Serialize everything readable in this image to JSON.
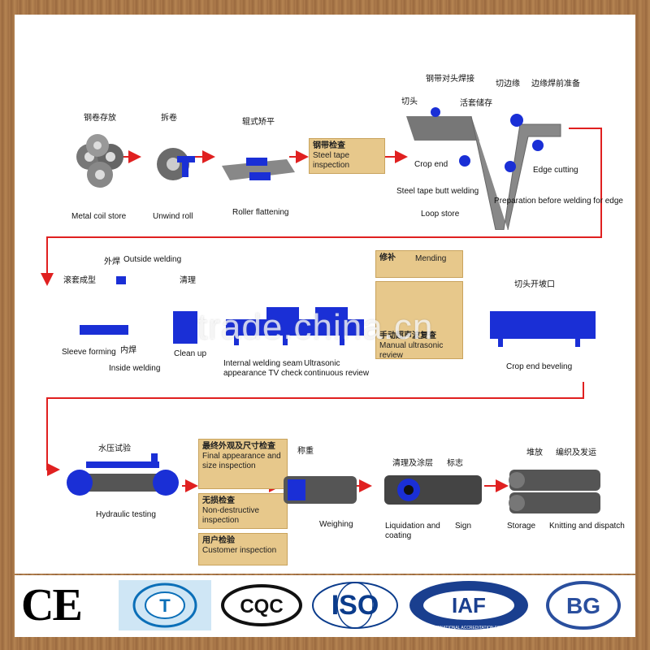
{
  "steps": {
    "metal_coil": {
      "zh": "钢卷存放",
      "en": "Metal coil store"
    },
    "unwind": {
      "zh": "拆卷",
      "en": "Unwind roll"
    },
    "roller": {
      "zh": "辊式矫平",
      "en": "Roller flattening"
    },
    "tape_inspect": {
      "zh": "钢带检查",
      "en": "Steel tape inspection"
    },
    "butt_weld": {
      "zh": "钢带对头焊接",
      "en": "Steel tape butt welding"
    },
    "crop_end": {
      "zh": "切头",
      "en": "Crop end"
    },
    "loop_store": {
      "zh": "活套储存",
      "en": "Loop store"
    },
    "edge_cut": {
      "zh": "切边缘",
      "en": "Edge cutting"
    },
    "prep_weld": {
      "zh": "边缘焊前准备",
      "en": "Preparation before welding for edge"
    },
    "outside_weld": {
      "zh": "外焊",
      "en": "Outside welding"
    },
    "sleeve": {
      "zh": "滚套成型",
      "en": "Sleeve forming"
    },
    "inside_weld": {
      "zh": "内焊",
      "en": "Inside welding"
    },
    "clean_up": {
      "zh": "清理",
      "en": "Clean up"
    },
    "internal_tv": {
      "en": "Internal welding seam appearance TV check"
    },
    "ultrasonic": {
      "en": "Ultrasonic continuous review"
    },
    "mending": {
      "zh": "修补",
      "en": "Mending"
    },
    "manual_us": {
      "zh": "手动超声波复查",
      "en": "Manual ultrasonic review"
    },
    "bevel": {
      "zh": "切头开坡口",
      "en": "Crop end beveling"
    },
    "hydraulic": {
      "zh": "水压试验",
      "en": "Hydraulic testing"
    },
    "final_appear": {
      "zh": "最终外观及尺寸检查",
      "en": "Final appearance and size inspection"
    },
    "ndi": {
      "zh": "无损检查",
      "en": "Non-destructive inspection"
    },
    "customer": {
      "zh": "用户检验",
      "en": "Customer inspection"
    },
    "weigh": {
      "zh": "称重",
      "en": "Weighing"
    },
    "liquid": {
      "zh": "清理及涂层",
      "en": "Liquidation and coating"
    },
    "sign": {
      "zh": "标志",
      "en": "Sign"
    },
    "storage": {
      "zh": "堆放",
      "en": "Storage"
    },
    "knit": {
      "zh": "编织及发运",
      "en": "Knitting and dispatch"
    }
  },
  "watermark": "trade.china.cn",
  "logos": [
    "CE",
    "T",
    "CQC",
    "ISO",
    "IAF",
    "INTERNATIONAL ACCREDITATION FORUM",
    "BG"
  ],
  "colors": {
    "accent_blue": "#1a2fd6",
    "arrow_red": "#e02020",
    "box_fill": "#e7c88b",
    "machine_gray": "#6b6b6b"
  }
}
